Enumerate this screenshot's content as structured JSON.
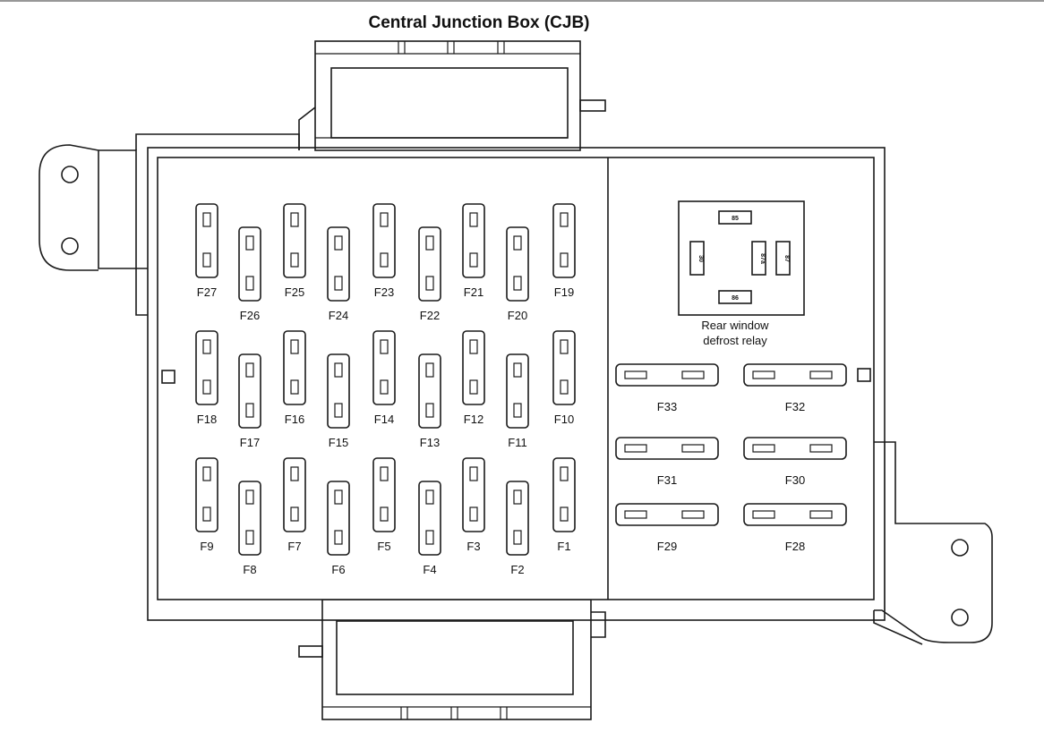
{
  "title": "Central Junction Box (CJB)",
  "left_fuses": [
    {
      "label": "F27"
    },
    {
      "label": "F26"
    },
    {
      "label": "F25"
    },
    {
      "label": "F24"
    },
    {
      "label": "F23"
    },
    {
      "label": "F22"
    },
    {
      "label": "F21"
    },
    {
      "label": "F20"
    },
    {
      "label": "F19"
    },
    {
      "label": "F18"
    },
    {
      "label": "F17"
    },
    {
      "label": "F16"
    },
    {
      "label": "F15"
    },
    {
      "label": "F14"
    },
    {
      "label": "F13"
    },
    {
      "label": "F12"
    },
    {
      "label": "F11"
    },
    {
      "label": "F10"
    },
    {
      "label": "F9"
    },
    {
      "label": "F8"
    },
    {
      "label": "F7"
    },
    {
      "label": "F6"
    },
    {
      "label": "F5"
    },
    {
      "label": "F4"
    },
    {
      "label": "F3"
    },
    {
      "label": "F2"
    },
    {
      "label": "F1"
    }
  ],
  "right_fuses": [
    {
      "label": "F33"
    },
    {
      "label": "F32"
    },
    {
      "label": "F31"
    },
    {
      "label": "F30"
    },
    {
      "label": "F29"
    },
    {
      "label": "F28"
    }
  ],
  "relay": {
    "caption_line1": "Rear window",
    "caption_line2": "defrost relay",
    "pins": [
      "85",
      "86",
      "30",
      "87a",
      "87"
    ]
  }
}
